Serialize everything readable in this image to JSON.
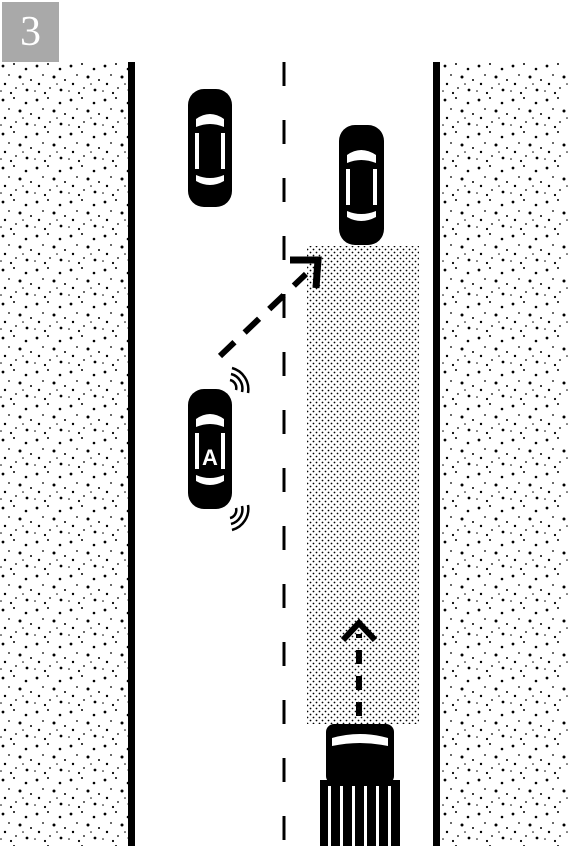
{
  "step": {
    "number": "3"
  },
  "scene": {
    "road_lanes": 2,
    "colors": {
      "road": "#ffffff",
      "verge_dots": "#000000",
      "edge_line": "#000000",
      "vehicle": "#000000",
      "blind_spot_zone": "#000000"
    },
    "vehicles": [
      {
        "role": "car-left-lane-ahead",
        "icon": "car-icon"
      },
      {
        "role": "car-right-lane-ahead",
        "icon": "car-icon"
      },
      {
        "role": "assisted-car",
        "icon": "car-icon",
        "label": "A"
      },
      {
        "role": "truck-right-lane-behind",
        "icon": "truck-icon"
      }
    ],
    "arrows": [
      {
        "role": "lane-change-arrow",
        "style": "dashed"
      },
      {
        "role": "approach-arrow",
        "style": "dashed"
      }
    ],
    "sensors": [
      {
        "role": "sensor-front-right",
        "icon": "radar-waves-icon"
      },
      {
        "role": "sensor-rear-right",
        "icon": "radar-waves-icon"
      }
    ]
  }
}
